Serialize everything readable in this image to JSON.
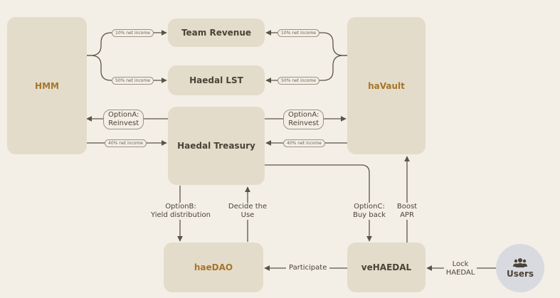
{
  "nodes": {
    "hmm": "HMM",
    "team_revenue": "Team Revenue",
    "haedal_lst": "Haedal LST",
    "havault": "haVault",
    "haedal_treasury": "Haedal Treasury",
    "haedao": "haeDAO",
    "vehaedal": "veHAEDAL",
    "users": "Users"
  },
  "edge_labels": {
    "hmm_team_pct": "10% net income",
    "hmm_lst_pct": "50% net income",
    "vault_team_pct": "10% net income",
    "vault_lst_pct": "50% net income",
    "hmm_optiona": "OptionA:\nReinvest",
    "hmm_treasury_pct": "40% net income",
    "vault_optiona": "OptionA:\nReinvest",
    "vault_treasury_pct": "40% net income",
    "optionb": "OptionB:\nYield distribution",
    "decide": "Decide the\nUse",
    "optionc": "OptionC:\nBuy back",
    "boost": "Boost\nAPR",
    "participate": "Participate",
    "lock": "Lock\nHAEDAL"
  },
  "icons": {
    "users": "users-group-icon"
  },
  "colors": {
    "background": "#f3efe6",
    "box": "#e3dccb",
    "accent_gold": "#a7752a",
    "text": "#4b4336",
    "line": "#5b5348",
    "users_circle": "#d9d9e0"
  }
}
